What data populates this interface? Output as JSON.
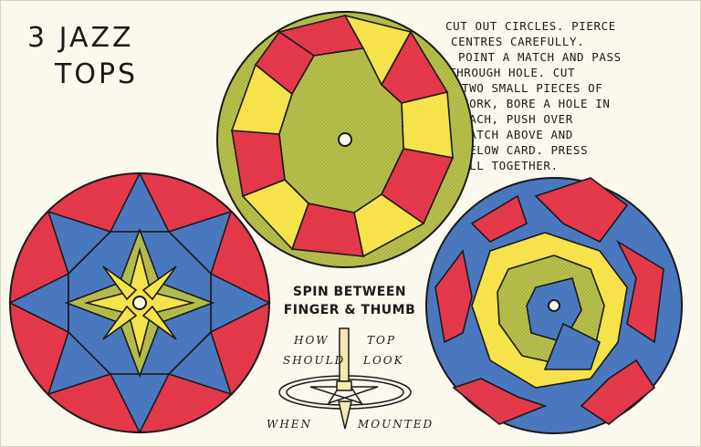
{
  "title": {
    "line1": "3 JAZZ",
    "line2": "TOPS"
  },
  "instructions": [
    "CUT OUT CIRCLES.  PIERCE",
    " CENTRES CAREFULLY.",
    "  POINT A MATCH AND PASS",
    " THROUGH HOLE. CUT",
    "   TWO SMALL PIECES OF",
    "   CORK, BORE A HOLE IN",
    "   EACH, PUSH OVER",
    "   MATCH ABOVE AND",
    "   BELOW CARD. PRESS",
    "   ALL TOGETHER."
  ],
  "spin": {
    "line1": "SPIN BETWEEN",
    "line2": "FINGER & THUMB"
  },
  "hints": {
    "how": "HOW",
    "top": "TOP",
    "should": "SHOULD",
    "look": "LOOK",
    "when": "WHEN",
    "mounted": "MOUNTED"
  },
  "colors": {
    "red": "#e3384a",
    "blue": "#4a78bf",
    "yellow": "#f6e24a",
    "green": "#b9c14c",
    "ink": "#1a1a1a",
    "paper": "#fbf8ee"
  }
}
